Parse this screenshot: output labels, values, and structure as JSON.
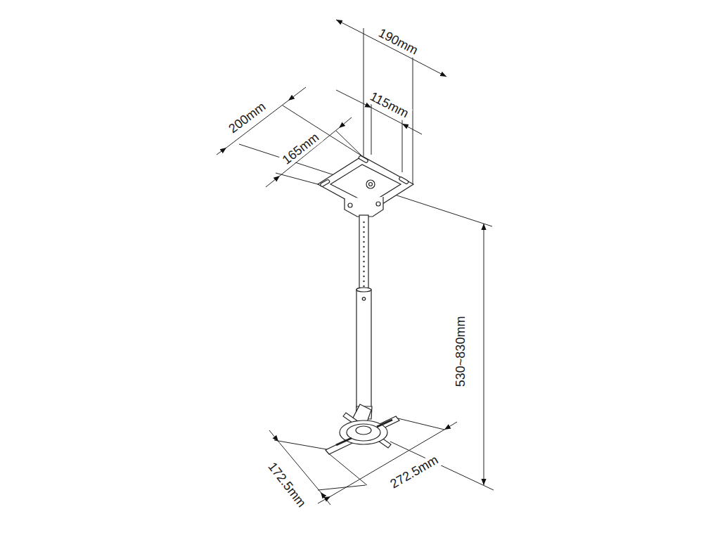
{
  "diagram": {
    "labels": [
      "190mm",
      "115mm",
      "200mm",
      "165mm",
      "530~830mm",
      "172.5mm",
      "272.5mm"
    ]
  }
}
